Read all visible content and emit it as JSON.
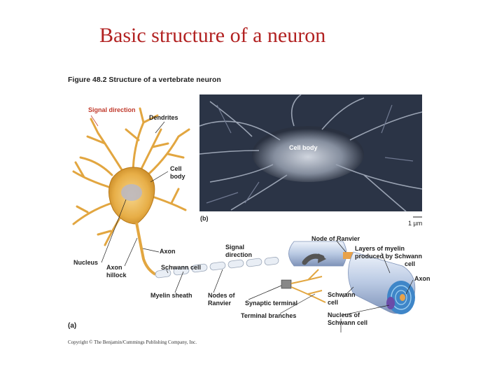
{
  "slide": {
    "title": "Basic structure of a neuron"
  },
  "figure": {
    "caption": "Figure 48.2  Structure of a vertebrate neuron",
    "panel_a": "(a)",
    "panel_b": "(b)",
    "scale_bar": "1 µm",
    "copyright": "Copyright © The Benjamin/Cummings Publishing Company, Inc.",
    "labels": {
      "signal_direction_1": "Signal direction",
      "dendrites": "Dendrites",
      "cell_body_a1": "Cell",
      "cell_body_a2": "body",
      "nucleus": "Nucleus",
      "axon_hillock_1": "Axon",
      "axon_hillock_2": "hillock",
      "axon": "Axon",
      "schwann_cell": "Schwann cell",
      "myelin_sheath": "Myelin sheath",
      "nodes_of_ranvier_1": "Nodes of",
      "nodes_of_ranvier_2": "Ranvier",
      "signal_direction_2a": "Signal",
      "signal_direction_2b": "direction",
      "synaptic_terminal": "Synaptic terminal",
      "terminal_branches": "Terminal branches",
      "node_of_ranvier": "Node of Ranvier",
      "layers_myelin_1": "Layers of myelin",
      "layers_myelin_2": "produced by Schwann",
      "layers_myelin_3": "cell",
      "axon_right": "Axon",
      "schwann_cell_r1": "Schwann",
      "schwann_cell_r2": "cell",
      "nucleus_schwann_1": "Nucleus of",
      "nucleus_schwann_2": "Schwann cell",
      "cell_body_b": "Cell body"
    }
  }
}
